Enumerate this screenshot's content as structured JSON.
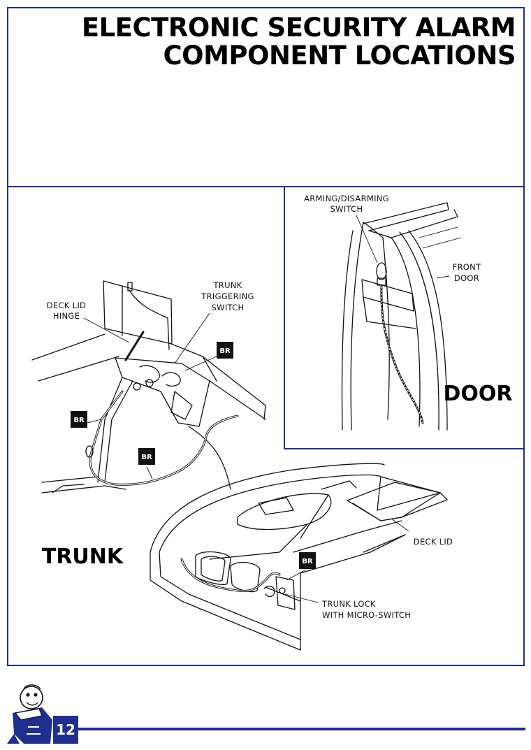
{
  "title": {
    "line1": "ELECTRONIC SECURITY ALARM",
    "line2": "COMPONENT LOCATIONS"
  },
  "labels": {
    "deck_lid_hinge_1": "DECK LID",
    "deck_lid_hinge_2": "HINGE",
    "trunk_trig_1": "TRUNK",
    "trunk_trig_2": "TRIGGERING",
    "trunk_trig_3": "SWITCH",
    "arming_1": "ARMING/DISARMING",
    "arming_2": "SWITCH",
    "front_door_1": "FRONT",
    "front_door_2": "DOOR",
    "deck_lid": "DECK LID",
    "trunk_lock_1": "TRUNK LOCK",
    "trunk_lock_2": "WITH MICRO-SWITCH"
  },
  "sections": {
    "door": "DOOR",
    "trunk": "TRUNK"
  },
  "badges": [
    "BR",
    "BR",
    "BR",
    "BR"
  ],
  "page_number": "12",
  "colors": {
    "frame": "#1f2f8f",
    "badge": "#111111"
  }
}
